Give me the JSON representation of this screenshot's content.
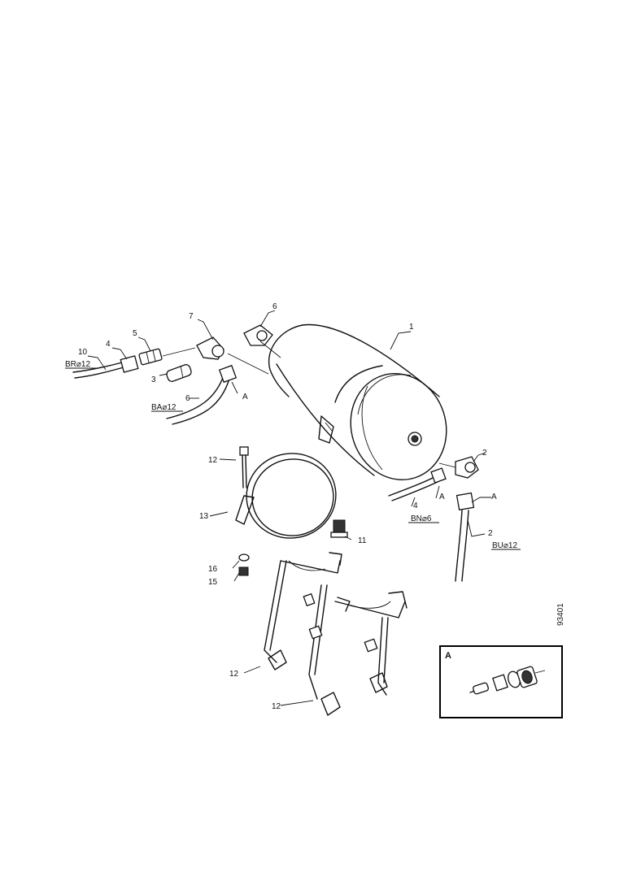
{
  "labels": {
    "p1": "1",
    "p2a": "2",
    "p2b": "2",
    "p3": "3",
    "p4a": "4",
    "p4b": "4",
    "p5": "5",
    "p6a": "6",
    "p6b": "6",
    "p7": "7",
    "p10": "10",
    "p11": "11",
    "p12a": "12",
    "p12b": "12",
    "p12c": "12",
    "p13": "13",
    "p15": "15",
    "p16": "16",
    "a1": "A",
    "a2": "A",
    "a3": "A",
    "pipe1": "BR⌀12",
    "pipe2": "BA⌀12",
    "pipe3": "BN⌀6",
    "pipe4": "BU⌀12"
  },
  "detail": {
    "title": "A"
  },
  "drawing_ref": "93401"
}
